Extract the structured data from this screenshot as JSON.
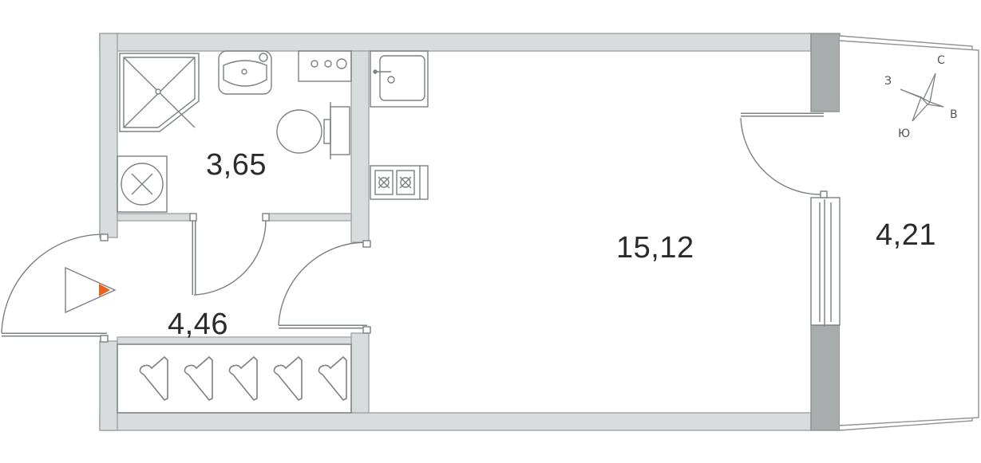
{
  "rooms": {
    "bathroom": {
      "area": "3,65"
    },
    "hallway": {
      "area": "4,46"
    },
    "living": {
      "area": "15,12"
    },
    "balcony": {
      "area": "4,21"
    }
  },
  "compass": {
    "north": "С",
    "east": "В",
    "south": "Ю",
    "west": "З"
  },
  "colors": {
    "wall": "#d9dcdc",
    "wall_dark": "#a9acac",
    "wall_stroke": "#8f9393",
    "line": "#7c8181",
    "entrance_marker": "#e8631c"
  }
}
